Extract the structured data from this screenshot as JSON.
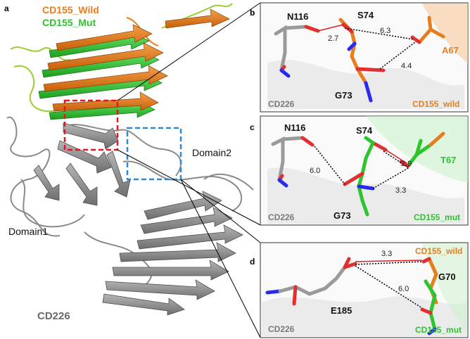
{
  "colors": {
    "wild": "#e87d1e",
    "mut": "#2ec42e",
    "receptor": "#8f8f8f",
    "receptor_dark": "#5f5f5f",
    "oxygen": "#e03030",
    "nitrogen": "#2a2aee",
    "red_box": "#e8141e",
    "blue_box": "#2c8ad4",
    "hbond_red": "#e02020"
  },
  "panel_a": {
    "label": "a",
    "legend_wild": "CD155_Wild",
    "legend_mut": "CD155_Mut",
    "domain2": "Domain2",
    "domain1": "Domain1",
    "cd226": "CD226"
  },
  "panel_b": {
    "label": "b",
    "n116": "N116",
    "s74": "S74",
    "a67": "A67",
    "g73": "G73",
    "d1": "2.7",
    "d2": "6.3",
    "d3": "4.4",
    "cd226": "CD226",
    "chain": "CD155_wild"
  },
  "panel_c": {
    "label": "c",
    "n116": "N116",
    "s74": "S74",
    "t67": "T67",
    "g73": "G73",
    "d1": "6.0",
    "d2": "2.9",
    "d3": "3.3",
    "cd226": "CD226",
    "chain": "CD155_mut"
  },
  "panel_d": {
    "label": "d",
    "e185": "E185",
    "g70": "G70",
    "d1": "3.3",
    "d2": "6.0",
    "cd226": "CD226",
    "chain_wild": "CD155_wild",
    "chain_mut": "CD155_mut"
  }
}
